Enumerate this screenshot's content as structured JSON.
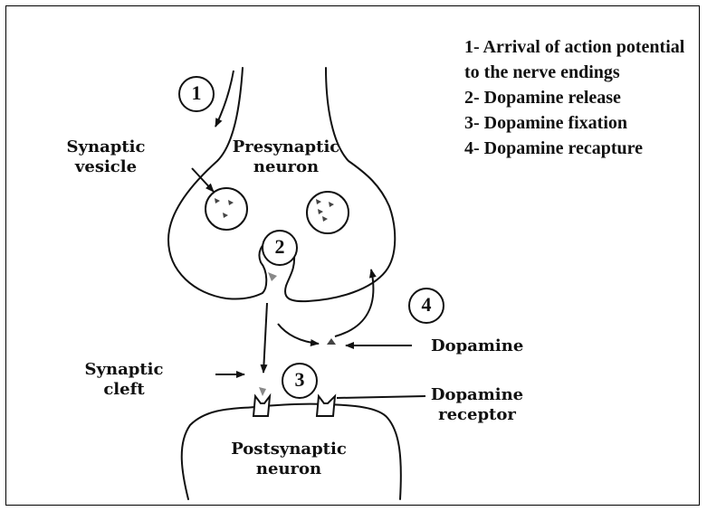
{
  "labels": {
    "synaptic_vesicle": [
      "Synaptic",
      "vesicle"
    ],
    "presynaptic_neuron": [
      "Presynaptic",
      "neuron"
    ],
    "postsynaptic_neuron": [
      "Postsynaptic",
      "neuron"
    ],
    "synaptic_cleft": [
      "Synaptic",
      "cleft"
    ],
    "dopamine": "Dopamine",
    "dopamine_receptor": [
      "Dopamine",
      "receptor"
    ]
  },
  "steps": [
    {
      "number": "1",
      "text": "1- Arrival of action potential to the nerve endings"
    },
    {
      "number": "2",
      "text": "2- Dopamine release"
    },
    {
      "number": "3",
      "text": "3- Dopamine fixation"
    },
    {
      "number": "4",
      "text": "4- Dopamine recapture"
    }
  ],
  "colors": {
    "stroke": "#111111",
    "dopamine": "#555555",
    "background": "#ffffff"
  }
}
